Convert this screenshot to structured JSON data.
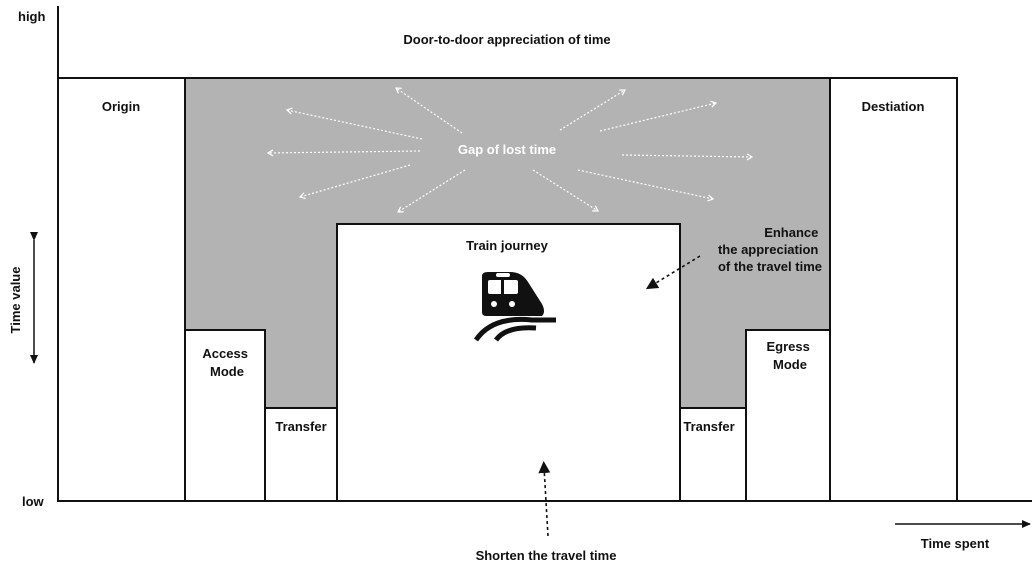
{
  "axis": {
    "y_high": "high",
    "y_low": "low",
    "y_title": "Time value",
    "x_title": "Time spent"
  },
  "title": "Door-to-door appreciation of time",
  "gap": {
    "label": "Gap of lost time",
    "fill_color": "#b3b3b3"
  },
  "boxes": {
    "origin": "Origin",
    "destination": "Destiation",
    "access_mode": [
      "Access",
      "Mode"
    ],
    "egress_mode": [
      "Egress",
      "Mode"
    ],
    "transfer_left": "Transfer",
    "transfer_right": "Transfer",
    "train_journey": "Train journey"
  },
  "annotations": {
    "enhance": [
      "Enhance",
      "the appreciation",
      "of the travel time"
    ],
    "shorten": "Shorten the travel time"
  },
  "icons": {
    "train": "train-icon"
  }
}
